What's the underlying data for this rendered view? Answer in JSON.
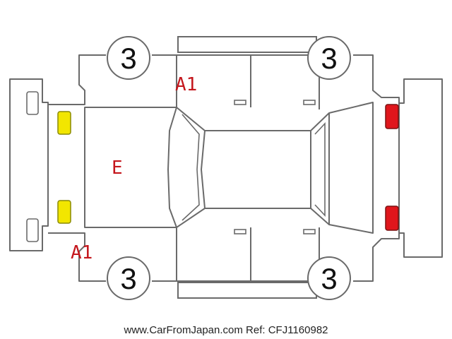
{
  "colors": {
    "outline": "#6a6a6a",
    "damage_text": "#c4161c",
    "front_lamp_fill": "#f2e600",
    "front_lamp_stroke": "#8a8a00",
    "rear_lamp_fill": "#e0161c",
    "rear_lamp_stroke": "#7a1010"
  },
  "wheels": {
    "front_left": "3",
    "rear_left": "3",
    "front_right": "3",
    "rear_right": "3"
  },
  "damage_codes": {
    "hood": "E",
    "upper_side": "A1",
    "lower_side": "A1"
  },
  "footer": {
    "text": "www.CarFromJapan.com Ref: CFJ1160982"
  }
}
